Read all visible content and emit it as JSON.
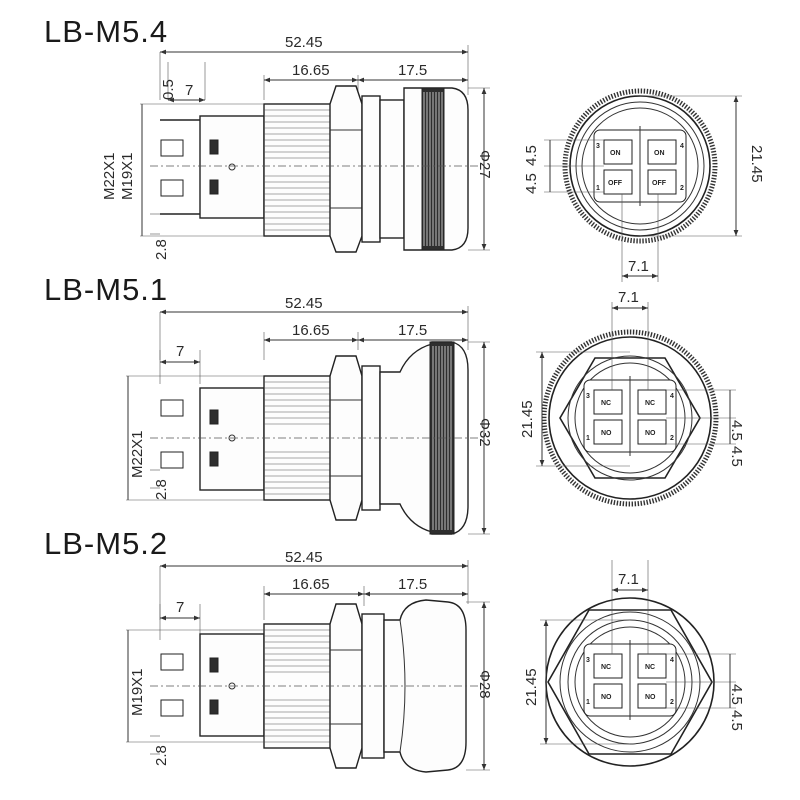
{
  "models": [
    {
      "id": "m54",
      "title": "LB-M5.4",
      "side": {
        "overall": "52.45",
        "body": "16.65",
        "head": "17.5",
        "pin_gap": "0.5",
        "pin_len": "7",
        "thread_outer": "M22X1",
        "thread_inner": "M19X1",
        "head_dia": "Φ27",
        "offset": "2.8"
      },
      "front": {
        "top_dim": "",
        "bottom_dim": "7.1",
        "pitch_a": "4.5",
        "pitch_b": "4.5",
        "width": "21.45"
      },
      "contacts": {
        "top_left": "ON",
        "top_right": "ON",
        "bottom_left": "OFF",
        "bottom_right": "OFF",
        "num_1": "1",
        "num_2": "2",
        "num_3": "3",
        "num_4": "4"
      }
    },
    {
      "id": "m51",
      "title": "LB-M5.1",
      "side": {
        "overall": "52.45",
        "body": "16.65",
        "head": "17.5",
        "pin_gap": "",
        "pin_len": "7",
        "thread_outer": "M22X1",
        "thread_inner": "",
        "head_dia": "Φ32",
        "offset": "2.8"
      },
      "front": {
        "top_dim": "7.1",
        "bottom_dim": "",
        "pitch_a": "4.5",
        "pitch_b": "4.5",
        "width": "21.45"
      },
      "contacts": {
        "top_left": "NC",
        "top_right": "NC",
        "bottom_left": "NO",
        "bottom_right": "NO",
        "num_1": "1",
        "num_2": "2",
        "num_3": "3",
        "num_4": "4"
      }
    },
    {
      "id": "m52",
      "title": "LB-M5.2",
      "side": {
        "overall": "52.45",
        "body": "16.65",
        "head": "17.5",
        "pin_gap": "",
        "pin_len": "7",
        "thread_outer": "",
        "thread_inner": "M19X1",
        "head_dia": "Φ28",
        "offset": "2.8"
      },
      "front": {
        "top_dim": "7.1",
        "bottom_dim": "",
        "pitch_a": "4.5",
        "pitch_b": "4.5",
        "width": "21.45"
      },
      "contacts": {
        "top_left": "NC",
        "top_right": "NC",
        "bottom_left": "NO",
        "bottom_right": "NO",
        "num_1": "1",
        "num_2": "2",
        "num_3": "3",
        "num_4": "4"
      }
    }
  ]
}
